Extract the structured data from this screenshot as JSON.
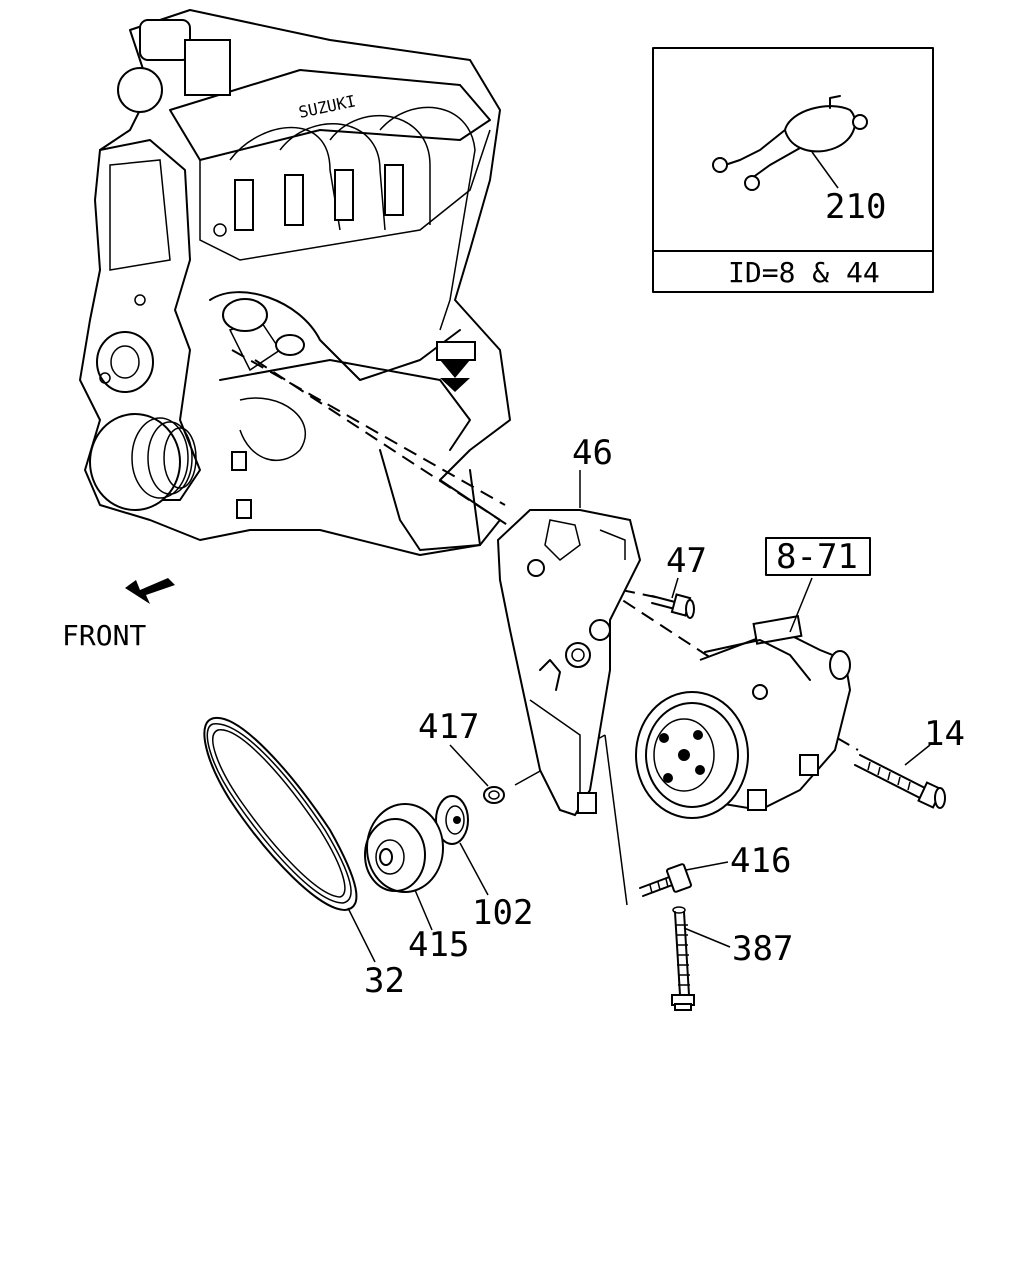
{
  "diagram": {
    "front_label": "FRONT",
    "inset": {
      "part_number": "210",
      "caption": "ID=8 & 44"
    },
    "engine_brand_text": "SUZUKI",
    "callouts": {
      "c46": "46",
      "c47": "47",
      "c871": "8-71",
      "c14": "14",
      "c417": "417",
      "c416": "416",
      "c102": "102",
      "c415": "415",
      "c387": "387",
      "c32": "32"
    }
  }
}
